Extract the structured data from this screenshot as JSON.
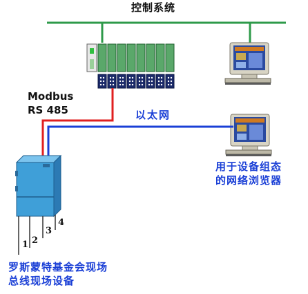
{
  "labels": {
    "title": "控制系统",
    "modbus_line1": "Modbus",
    "modbus_line2": "RS 485",
    "ethernet": "以太网",
    "config_line1": "用于设备组态",
    "config_line2": "的网络浏览器",
    "fieldbus_line1": "罗斯蒙特基金会现场",
    "fieldbus_line2": "总线现场设备"
  },
  "channels": [
    "1",
    "2",
    "3",
    "4"
  ],
  "colors": {
    "control_bus": "#2e9a4a",
    "modbus_cable": "#e02020",
    "ethernet_cable": "#1a3fd6",
    "enclosure": "#3f9fd8",
    "plc_module": "#5aa86a",
    "monitor": "#d8d4c4"
  }
}
